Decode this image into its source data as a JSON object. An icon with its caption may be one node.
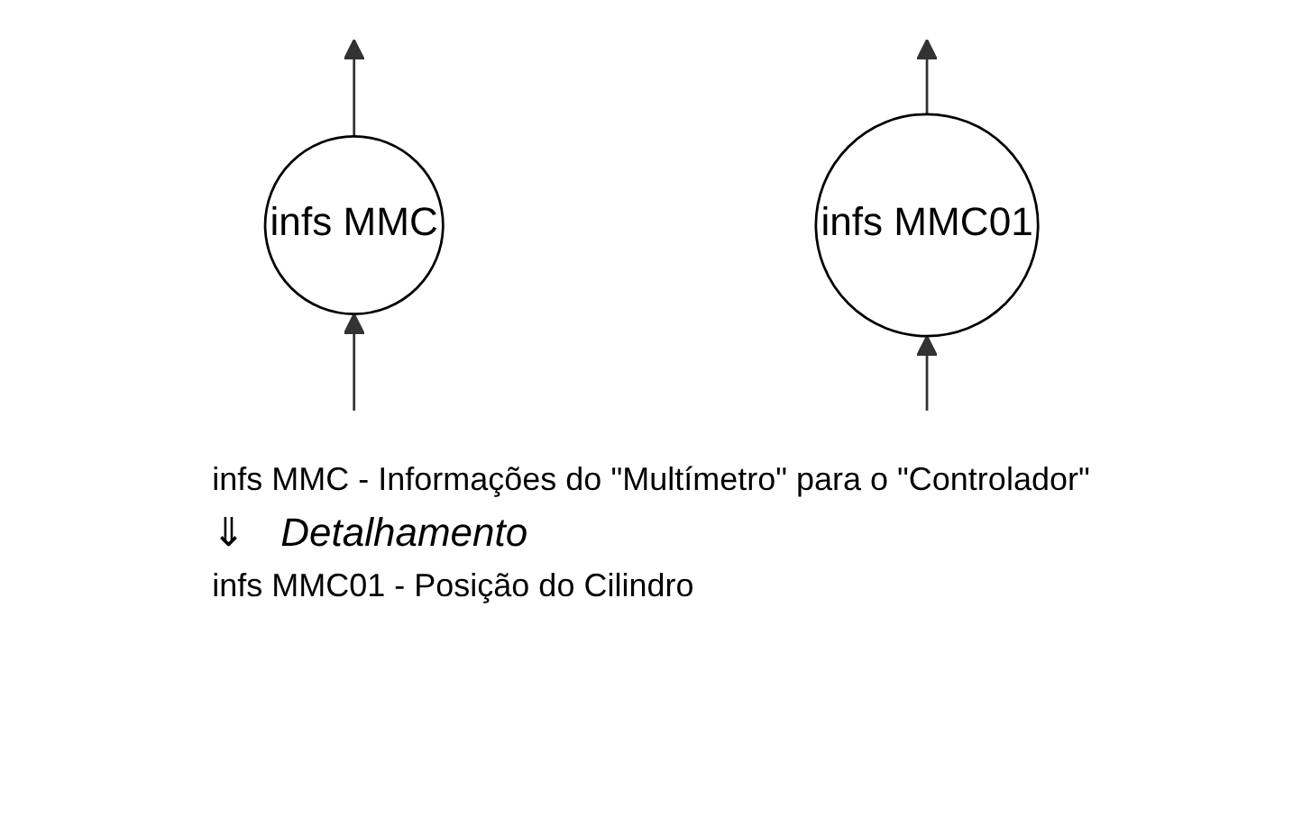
{
  "diagram": {
    "nodes": [
      {
        "text": [
          "infs MMC"
        ]
      },
      {
        "text": [
          "infs MMC01"
        ]
      }
    ],
    "edges": [
      {
        "from": null,
        "to": 0,
        "arrow": "to"
      },
      {
        "from": 0,
        "to": null,
        "arrow": "to"
      },
      {
        "from": null,
        "to": 1,
        "arrow": "to"
      },
      {
        "from": 1,
        "to": null,
        "arrow": "to"
      }
    ],
    "labels": [
      "infs MMC - Informações do \"Multímetro\" para o \"Controlador\"",
      "⇓",
      "Detalhamento",
      "infs MMC01 - Posição do Cilindro"
    ]
  }
}
